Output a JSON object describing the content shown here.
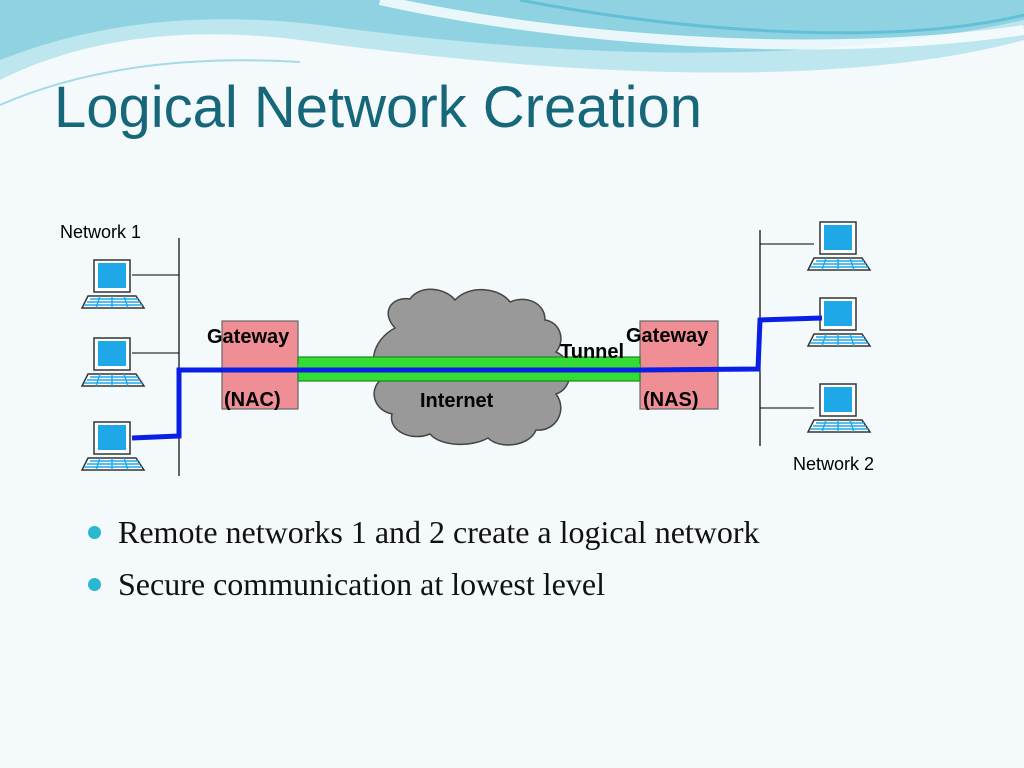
{
  "title": "Logical Network Creation",
  "diagram": {
    "network1_label": "Network 1",
    "network2_label": "Network 2",
    "gateway_left": {
      "name": "Gateway",
      "role": "(NAC)"
    },
    "gateway_right": {
      "name": "Gateway",
      "role": "(NAS)"
    },
    "cloud_label": "Internet",
    "tunnel_label": "Tunnel"
  },
  "bullets": [
    "Remote networks 1 and 2 create a logical network",
    "Secure communication at lowest level"
  ],
  "colors": {
    "title": "#17677a",
    "bullet_dot": "#2ab7cf",
    "tunnel_green": "#33dd33",
    "link_blue": "#0a1fe6",
    "gateway_fill": "#f08e96",
    "cloud_fill": "#999999",
    "computer_screen": "#1ea8e8"
  }
}
